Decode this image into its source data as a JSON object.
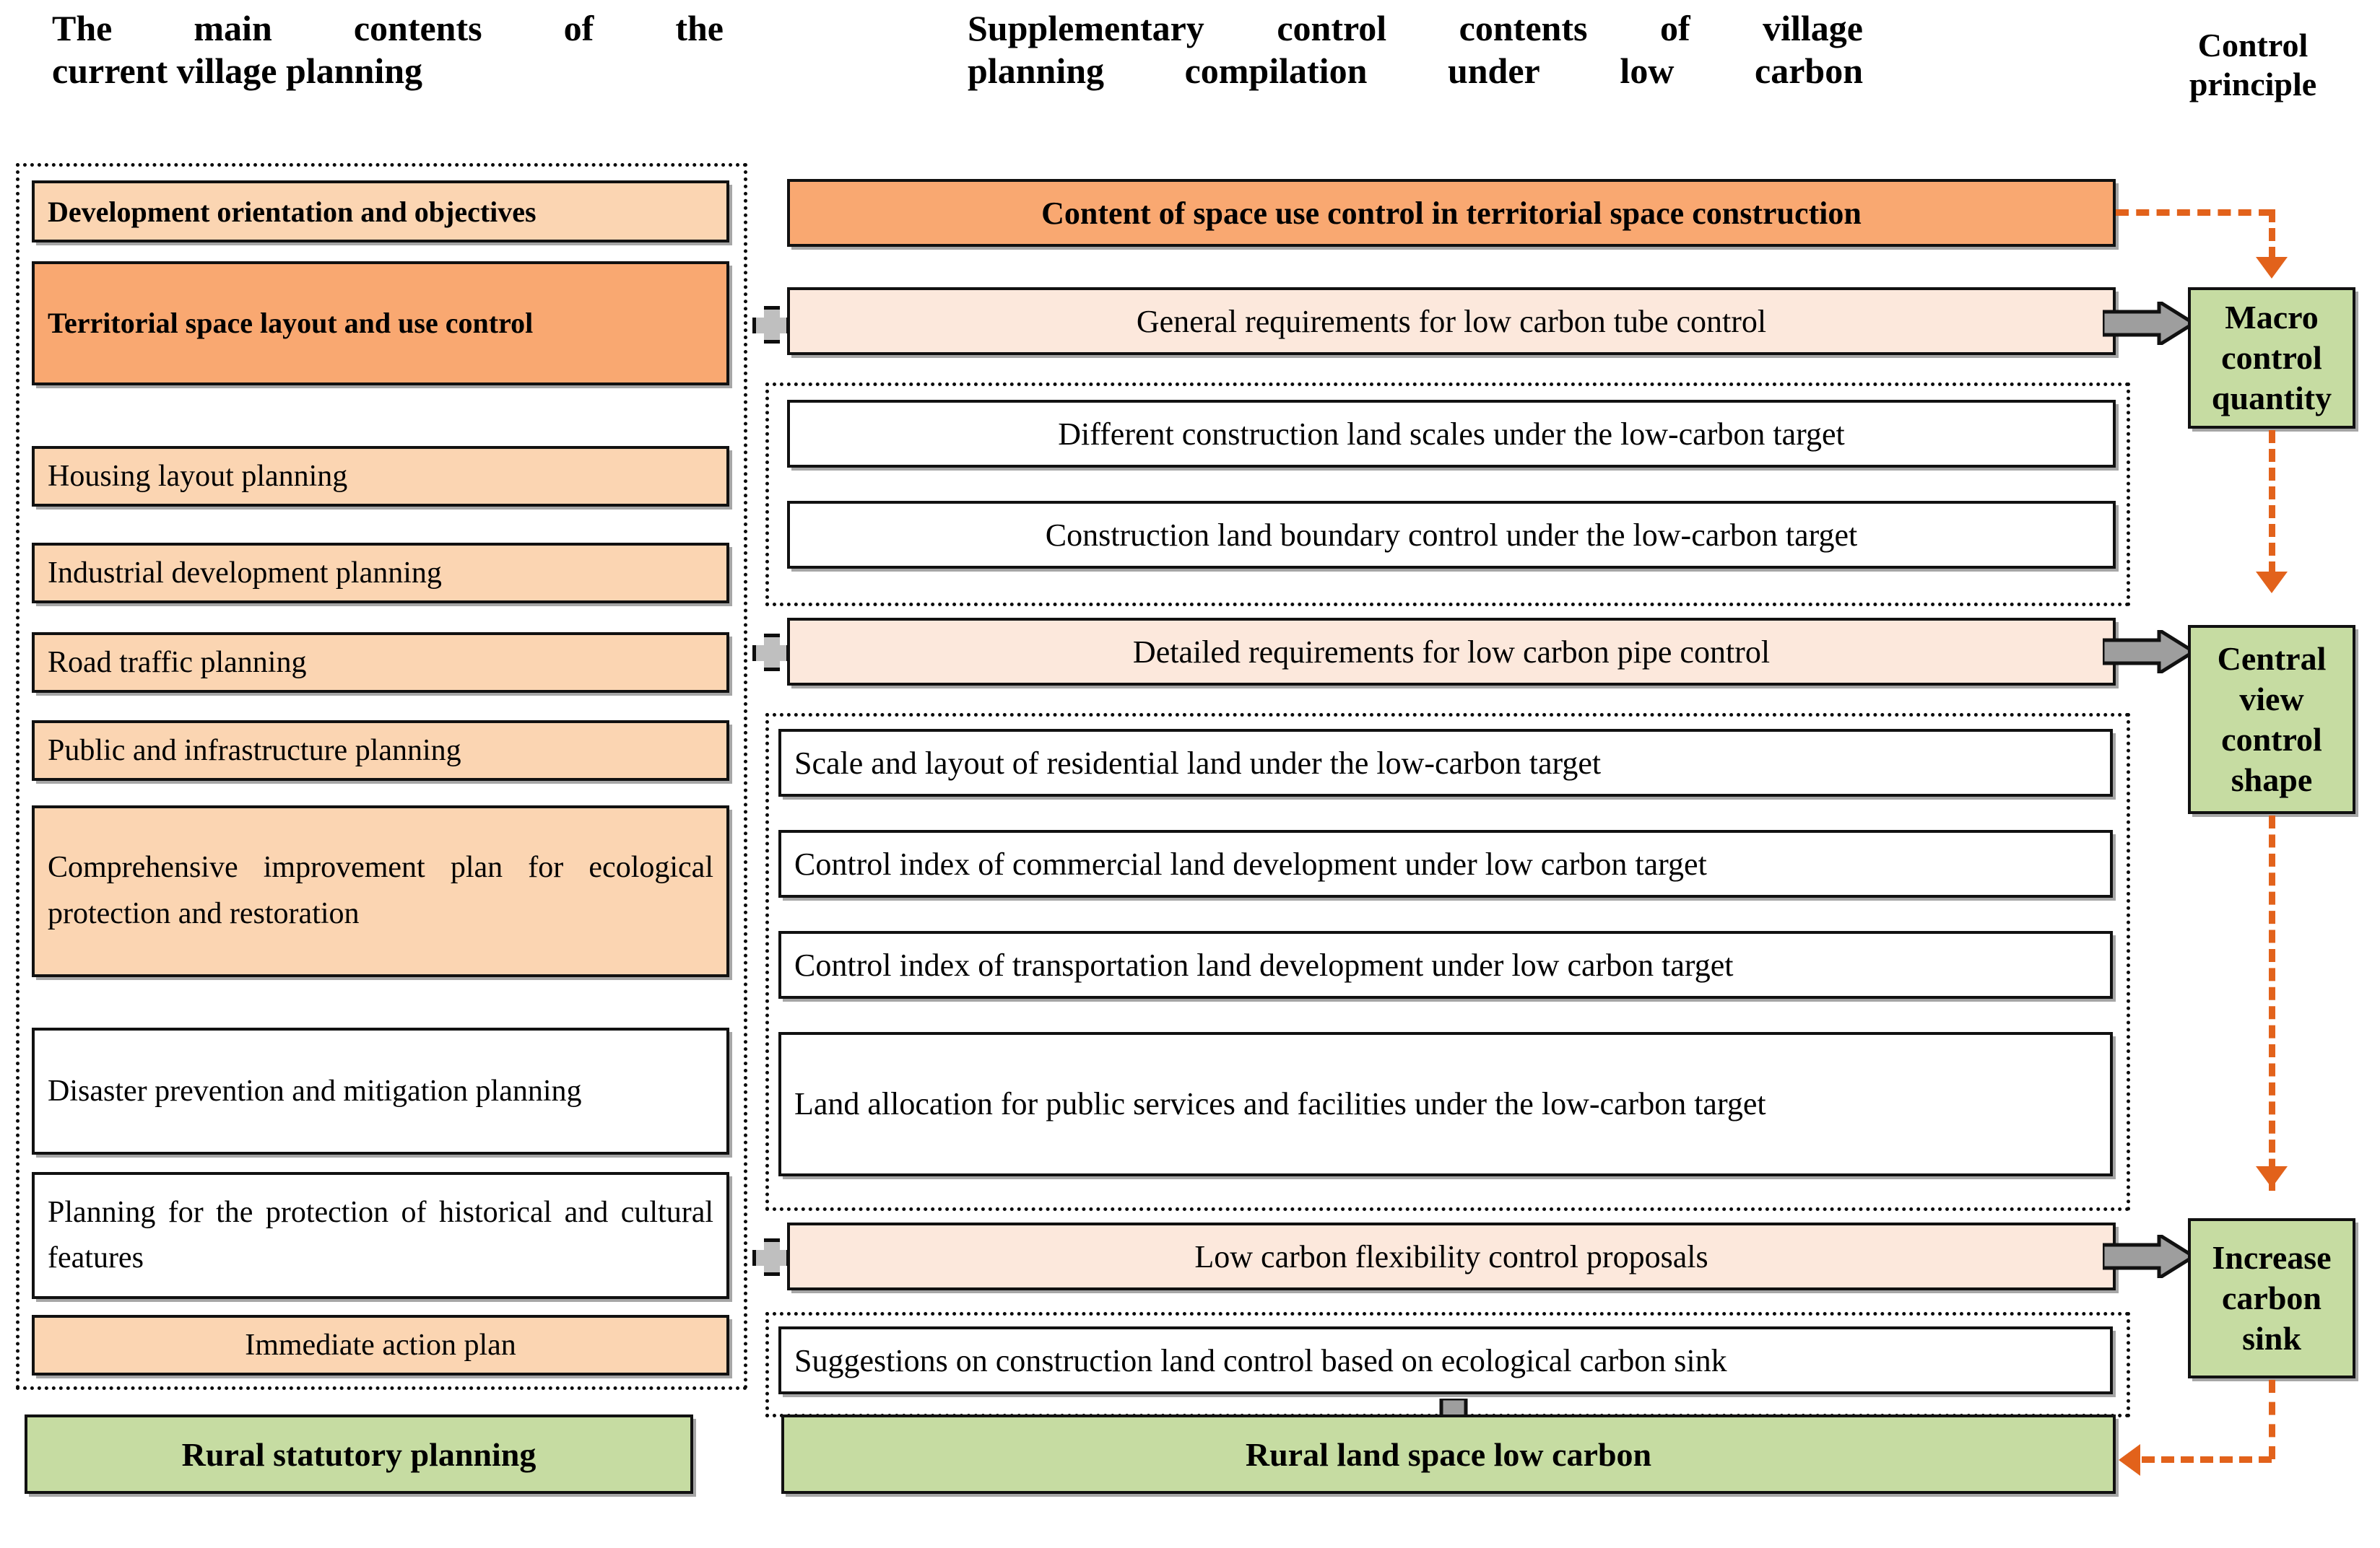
{
  "headers": {
    "left": "The main contents of the current village planning",
    "left_l1": "The main contents of the",
    "left_l2": "current village planning",
    "middle": "Supplementary control contents of village planning compilation under low carbon",
    "mid_l1": "Supplementary control contents of village",
    "mid_l2": "planning compilation under low carbon",
    "right": "Control principle",
    "right_l1": "Control",
    "right_l2": "principle"
  },
  "colors": {
    "orange_dark": "#F9A871",
    "orange_light": "#FBD5B2",
    "peach": "#FCE8DC",
    "green": "#C6DCA2",
    "white": "#FFFFFF",
    "arrow_grey": "#9E9E9E",
    "dashed_orange": "#E2621B",
    "outline": "#111111"
  },
  "left_column": {
    "group_label": "current-village-planning-group",
    "items": [
      {
        "label": "Development orientation and objectives",
        "fill": "orange_light",
        "bold": true,
        "align": "left"
      },
      {
        "label": "Territorial space layout and use control",
        "fill": "orange_dark",
        "bold": true,
        "align": "justify"
      },
      {
        "label": "Housing layout planning",
        "fill": "orange_light",
        "bold": false,
        "align": "left"
      },
      {
        "label": "Industrial development planning",
        "fill": "orange_light",
        "bold": false,
        "align": "left"
      },
      {
        "label": "Road traffic planning",
        "fill": "orange_light",
        "bold": false,
        "align": "left"
      },
      {
        "label": "Public and infrastructure planning",
        "fill": "orange_light",
        "bold": false,
        "align": "left"
      },
      {
        "label": "Comprehensive improvement plan for ecological protection and restoration",
        "fill": "orange_light",
        "bold": false,
        "align": "justify"
      },
      {
        "label": "Disaster prevention and mitigation planning",
        "fill": "white",
        "bold": false,
        "align": "justify"
      },
      {
        "label": "Planning for the protection of historical and cultural features",
        "fill": "white",
        "bold": false,
        "align": "justify"
      },
      {
        "label": "Immediate action plan",
        "fill": "orange_light",
        "bold": false,
        "align": "center"
      }
    ],
    "footer": {
      "label": "Rural statutory planning",
      "fill": "green",
      "bold": true,
      "align": "center"
    }
  },
  "middle_column": {
    "items": [
      {
        "label": "Content of space use control in territorial space construction",
        "fill": "orange_dark",
        "bold": true,
        "align": "center",
        "has_plus": false,
        "has_grey_arrow": false,
        "has_orange_out": true
      },
      {
        "label": "General requirements for low carbon tube control",
        "fill": "peach",
        "bold": false,
        "align": "center",
        "has_plus": true,
        "has_grey_arrow": true,
        "has_orange_out": false
      },
      {
        "label": "Different construction land scales under the low-carbon target",
        "fill": "white",
        "bold": false,
        "align": "center",
        "grouped": true
      },
      {
        "label": "Construction land boundary control under the low-carbon target",
        "fill": "white",
        "bold": false,
        "align": "center",
        "grouped": true
      },
      {
        "label": "Detailed requirements for low carbon pipe control",
        "fill": "peach",
        "bold": false,
        "align": "center",
        "has_plus": true,
        "has_grey_arrow": true,
        "has_orange_out": false
      },
      {
        "label": "Scale and layout of residential land under the low-carbon target",
        "fill": "white",
        "bold": false,
        "align": "left",
        "grouped": true
      },
      {
        "label": "Control index of commercial land development under low carbon target",
        "fill": "white",
        "bold": false,
        "align": "left",
        "grouped": true
      },
      {
        "label": "Control index of transportation land development under low carbon target",
        "fill": "white",
        "bold": false,
        "align": "left",
        "grouped": true
      },
      {
        "label": "Land allocation for public services and facilities under the low-carbon target",
        "fill": "white",
        "bold": false,
        "align": "justify",
        "grouped": true
      },
      {
        "label": "Low carbon flexibility control proposals",
        "fill": "peach",
        "bold": false,
        "align": "center",
        "has_plus": true,
        "has_grey_arrow": true,
        "has_orange_out": false
      },
      {
        "label": "Suggestions on construction land control based on ecological carbon sink",
        "fill": "white",
        "bold": false,
        "align": "left",
        "grouped": true
      }
    ],
    "footer": {
      "label": "Rural land space low carbon",
      "fill": "green",
      "bold": true,
      "align": "center"
    }
  },
  "right_column": {
    "items": [
      {
        "label": "Macro control quantity",
        "fill": "green",
        "bold": true,
        "align": "center"
      },
      {
        "label": "Central view control shape",
        "fill": "green",
        "bold": true,
        "align": "center"
      },
      {
        "label": "Increase carbon sink",
        "fill": "green",
        "bold": true,
        "align": "center"
      }
    ]
  }
}
